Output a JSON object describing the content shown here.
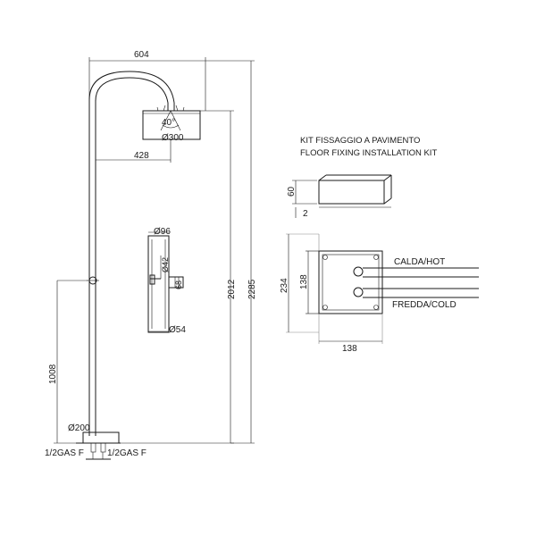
{
  "dimensions": {
    "reach": "604",
    "head_offset": "428",
    "head_angle": "40°",
    "head_diameter": "Ø300",
    "mixer_diameter_top": "Ø96",
    "mixer_diameter_knob": "Ø42",
    "mixer_height_small": "68",
    "mixer_diameter_bottom": "Ø54",
    "mixer_height": "1008",
    "height_head": "2012",
    "height_total": "2285",
    "base_diameter": "Ø200",
    "inlet_left": "1/2GAS F",
    "inlet_right": "1/2GAS F"
  },
  "kit": {
    "title_it": "KIT FISSAGGIO A PAVIMENTO",
    "title_en": "FLOOR FIXING INSTALLATION KIT",
    "box_height": "60",
    "box_gap": "2",
    "outer_depth": "234",
    "inner_depth": "138",
    "inner_width": "138",
    "hot_label": "CALDA/HOT",
    "cold_label": "FREDDA/COLD"
  }
}
